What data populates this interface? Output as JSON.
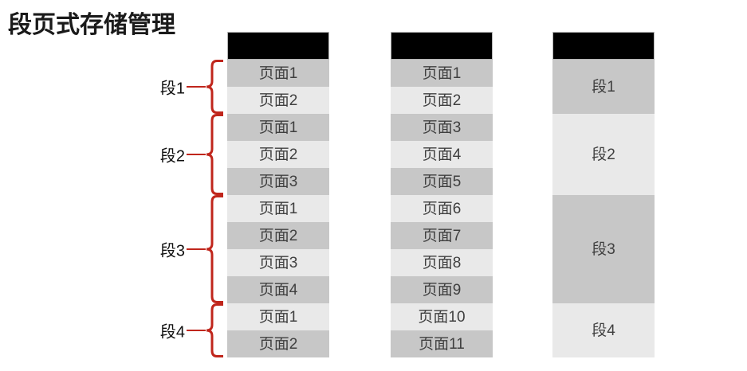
{
  "title": "段页式存储管理",
  "colors": {
    "bracket_red": "#c0261c",
    "header_black": "#000000",
    "cell_dark": "#c7c7c7",
    "cell_light": "#e9e9e9",
    "text": "#3f3f3f"
  },
  "segments": [
    {
      "label": "段1",
      "page_count": 2
    },
    {
      "label": "段2",
      "page_count": 3
    },
    {
      "label": "段3",
      "page_count": 4
    },
    {
      "label": "段4",
      "page_count": 2
    }
  ],
  "columns": {
    "logical_pages": {
      "header_label": "",
      "cells": [
        "页面1",
        "页面2",
        "页面1",
        "页面2",
        "页面3",
        "页面1",
        "页面2",
        "页面3",
        "页面4",
        "页面1",
        "页面2"
      ]
    },
    "physical_pages": {
      "header_label": "",
      "cells": [
        "页面1",
        "页面2",
        "页面3",
        "页面4",
        "页面5",
        "页面6",
        "页面7",
        "页面8",
        "页面9",
        "页面10",
        "页面11"
      ]
    },
    "segment_blocks": {
      "header_label": "",
      "cells": [
        "段1",
        "段2",
        "段3",
        "段4"
      ]
    }
  }
}
